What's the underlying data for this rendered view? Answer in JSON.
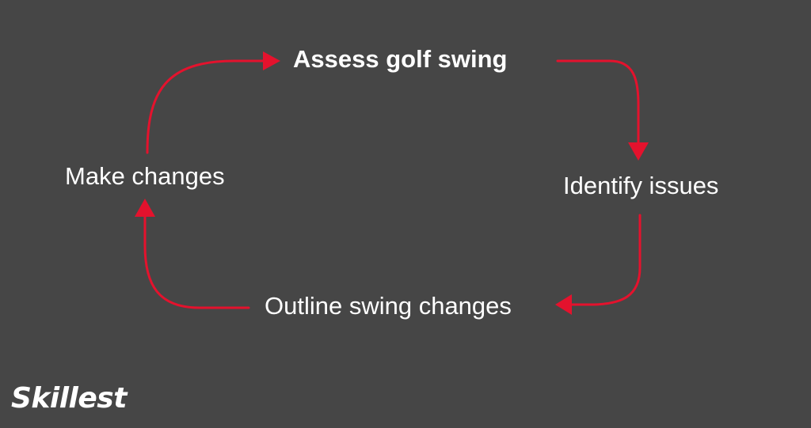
{
  "diagram": {
    "steps": {
      "assess": "Assess golf swing",
      "identify": "Identify issues",
      "outline": "Outline swing changes",
      "make": "Make changes"
    },
    "arrow_color": "#e4122d",
    "background_color": "#464646",
    "text_color": "#ffffff"
  },
  "logo": {
    "text": "Skillest"
  }
}
